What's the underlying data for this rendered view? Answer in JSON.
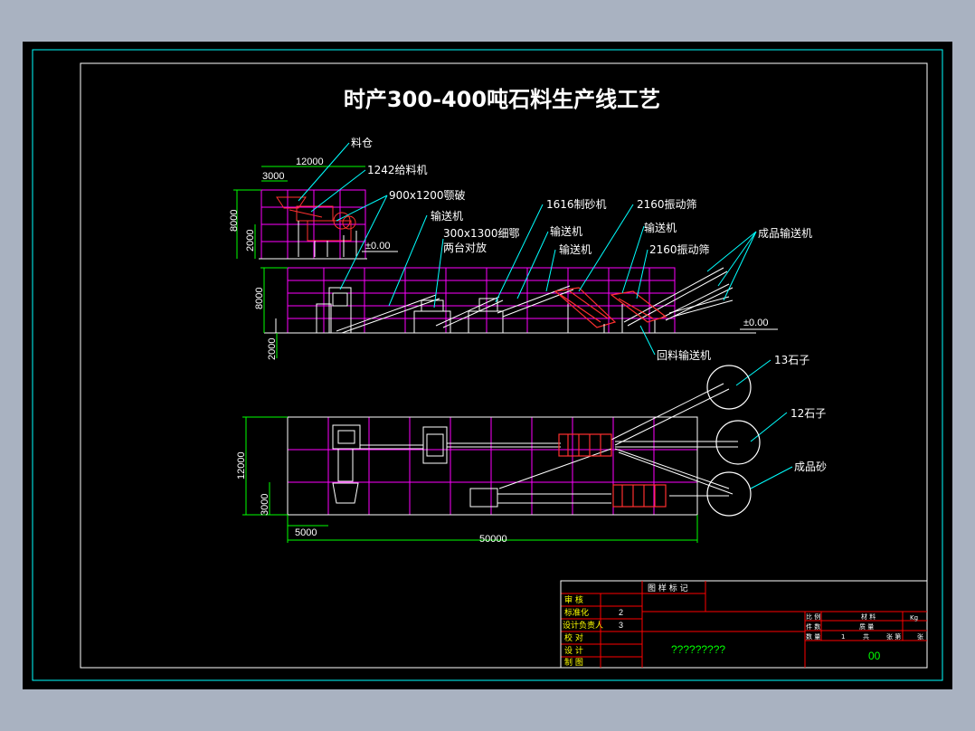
{
  "drawing": {
    "title": "时产300-400吨石料生产线工艺",
    "labels": {
      "hopper": "料仓",
      "feeder": "1242给料机",
      "jaw_crusher": "900x1200颚破",
      "conveyor_1": "输送机",
      "fine_jaw_line1": "300x1300细鄂",
      "fine_jaw_line2": "两台对放",
      "sand_maker": "1616制砂机",
      "conveyor_2": "输送机",
      "conveyor_3": "输送机",
      "screen_1": "2160振动筛",
      "conveyor_4": "输送机",
      "screen_2": "2160振动筛",
      "product_conveyor": "成品输送机",
      "return_conveyor": "回料输送机",
      "stone_13": "13石子",
      "stone_12": "12石子",
      "finished_sand": "成品砂"
    },
    "dims": {
      "d12000_top": "12000",
      "d3000_top": "3000",
      "d8000_left_top": "8000",
      "d2000_left_top": "2000",
      "level_top": "±0.00",
      "d8000_left_mid": "8000",
      "d2000_left_mid": "2000",
      "level_mid": "±0.00",
      "d12000_plan": "12000",
      "d3000_plan": "3000",
      "d5000_plan": "5000",
      "d50000_plan": "50000"
    }
  },
  "title_block": {
    "header": "图 样 标 记",
    "rows": [
      "审 核",
      "标准化",
      "设计负责人",
      "校 对",
      "设 计",
      "制 图"
    ],
    "nums": [
      "2",
      "3"
    ],
    "drawing_name": "?????????",
    "drawing_no": "00",
    "r1": [
      "比 例",
      "材 料",
      "Kg"
    ],
    "r2": [
      "件 数",
      "质 量"
    ],
    "r3": [
      "数 量",
      "1",
      "共",
      "张 第",
      "张"
    ]
  },
  "colors": {
    "background": "#000000",
    "frame": "#ffffff",
    "outer_frame": "#00ffff",
    "grid": "#ff00ff",
    "cyan": "#00ffff",
    "green": "#00ff00",
    "red": "#ff0000",
    "yellow": "#ffff00",
    "text": "#ffffff"
  }
}
